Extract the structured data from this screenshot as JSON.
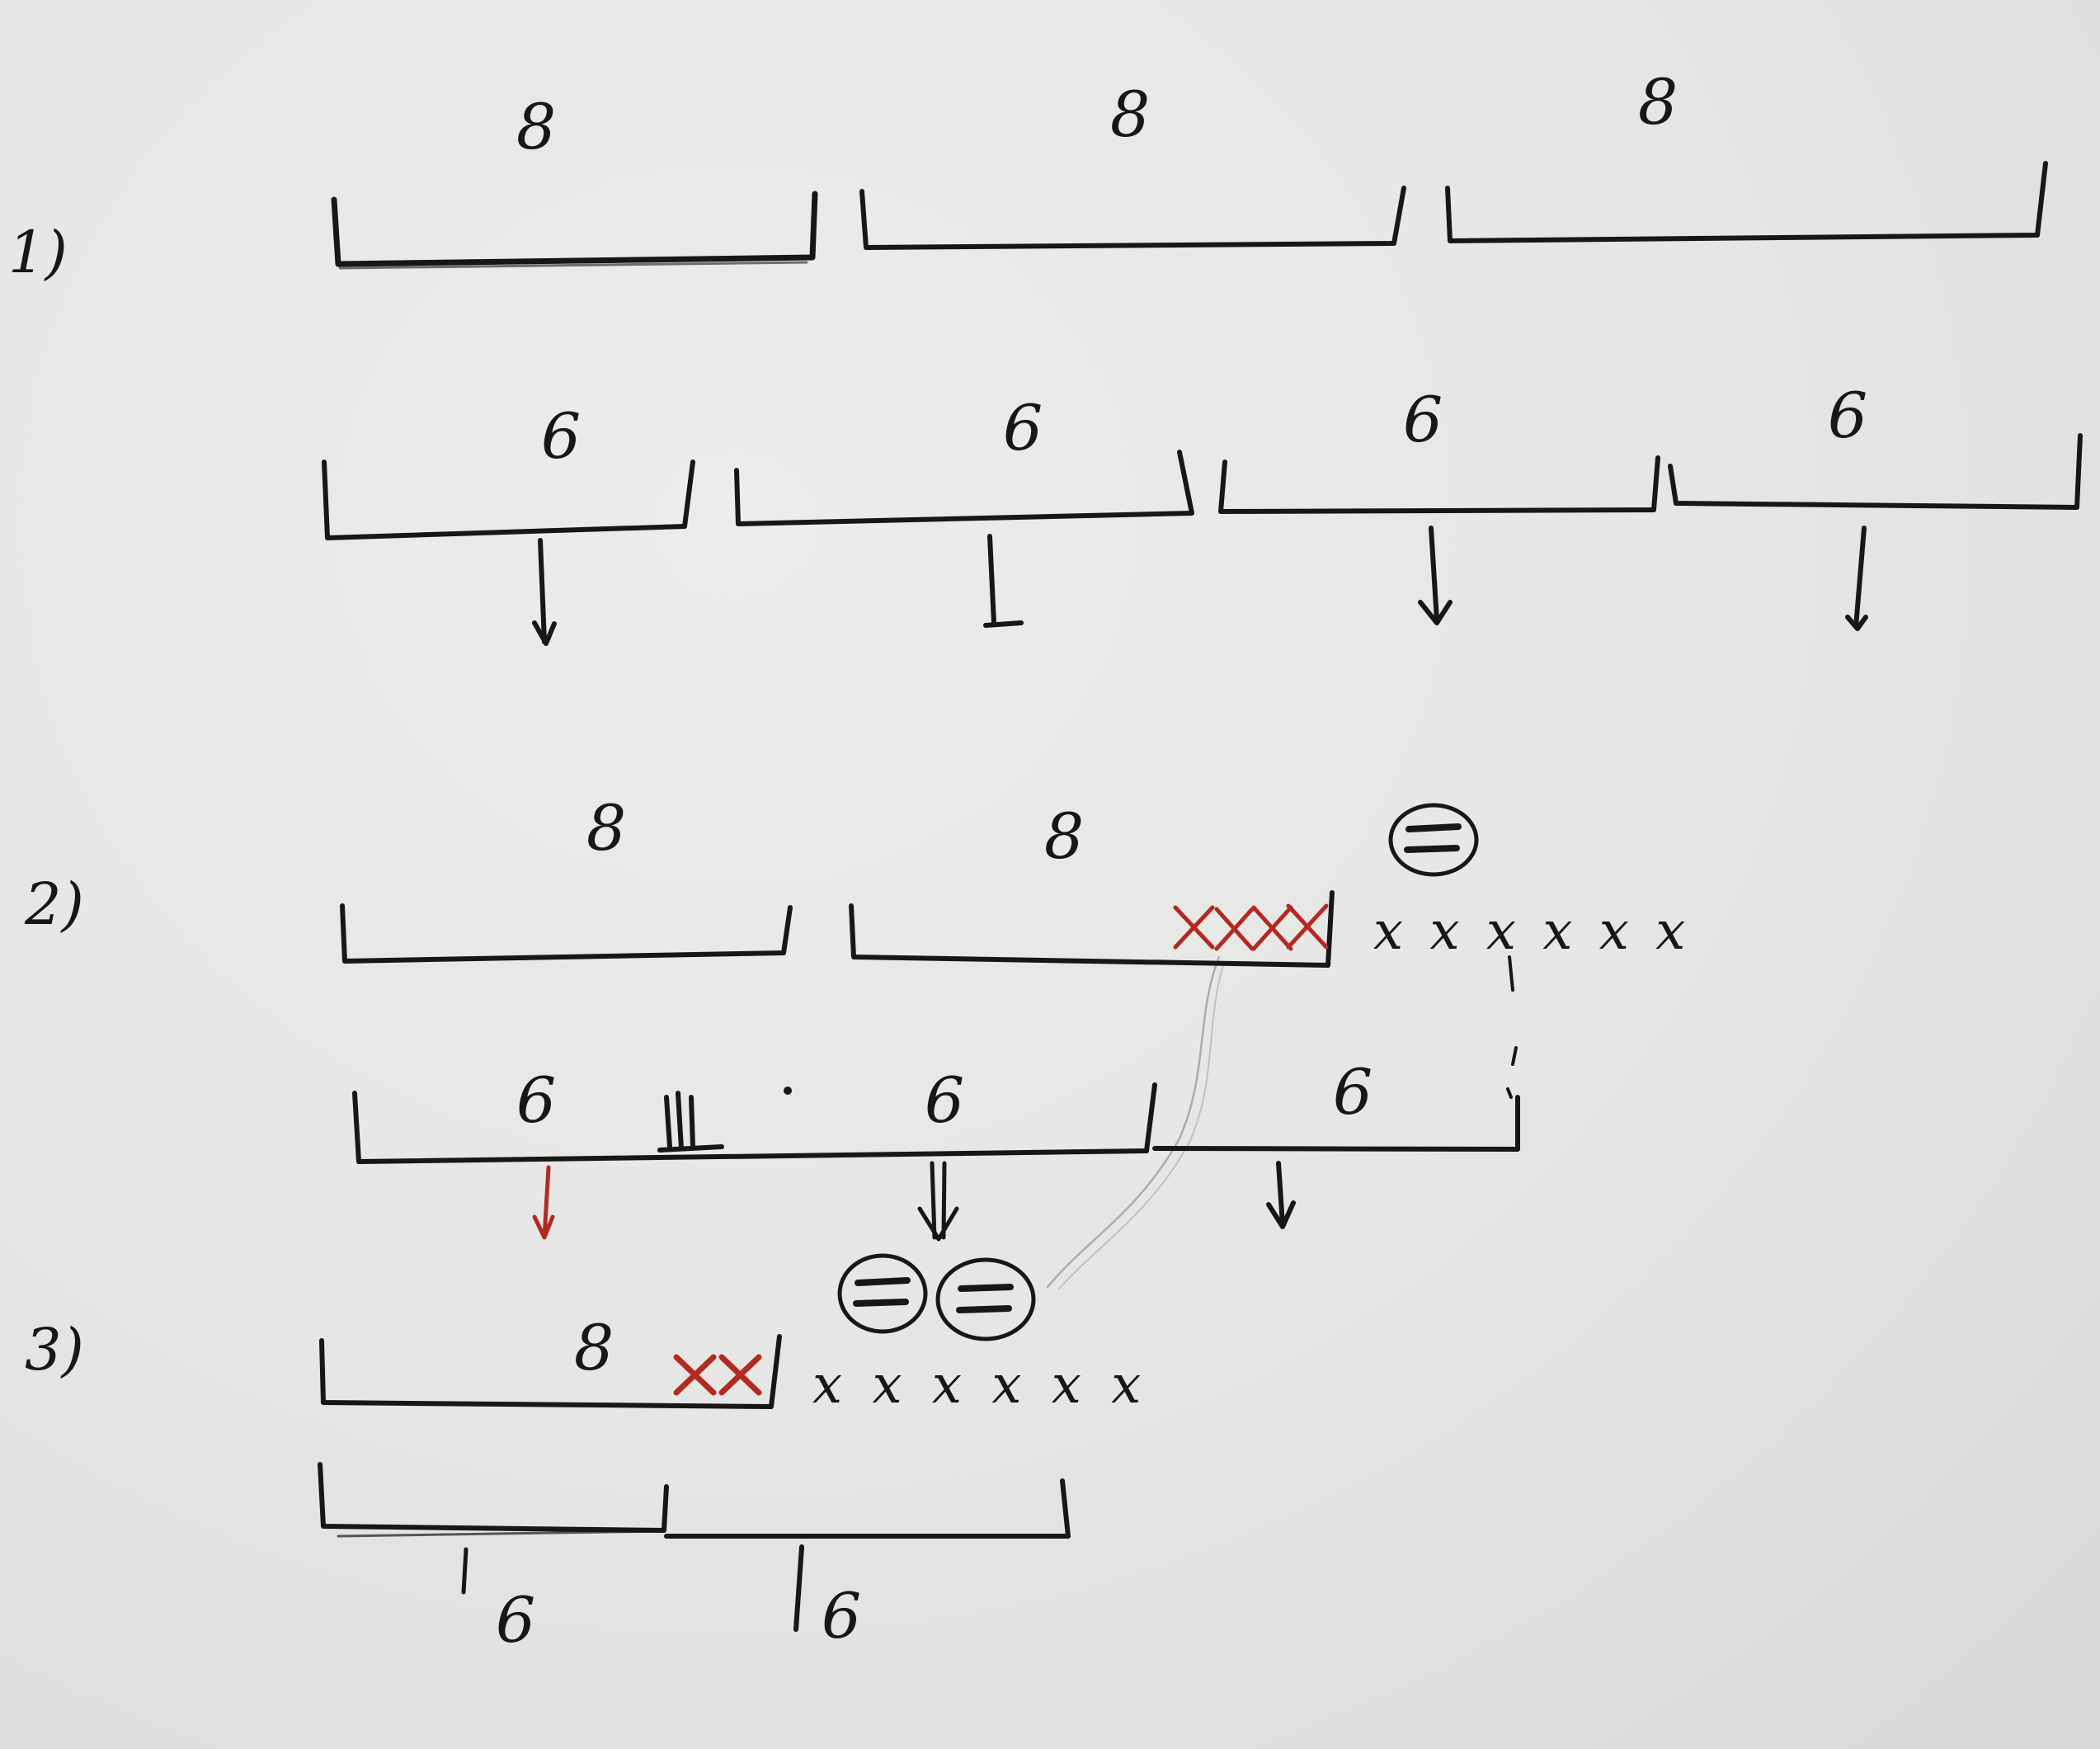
{
  "colors": {
    "ink": "#171717",
    "red_ink": "#b22a22",
    "pencil": "#7b7b7b",
    "paper": "#e6e6e4"
  },
  "steps": [
    {
      "label": "1)",
      "top_row": [
        "8",
        "8",
        "8"
      ],
      "bottom_row": [
        "6",
        "6",
        "6",
        "6"
      ]
    },
    {
      "label": "2)",
      "top_row": [
        "8",
        "8"
      ],
      "bottom_row": [
        "6",
        "6",
        "6"
      ],
      "marks": "x x x x x x"
    },
    {
      "label": "3)",
      "top_row": [
        "8"
      ],
      "bottom_row": [
        "6",
        "6"
      ],
      "marks": "x x x x x x"
    }
  ]
}
